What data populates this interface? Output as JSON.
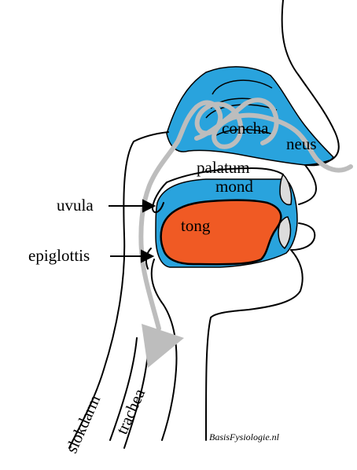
{
  "labels": {
    "concha": "concha",
    "neus": "neus",
    "palatum": "palatum",
    "mond": "mond",
    "tong": "tong",
    "uvula": "uvula",
    "epiglottis": "epiglottis",
    "slokdarm": "slokdarm",
    "trachea": "trachea"
  },
  "credit": "BasisFysiologie.nl",
  "colors": {
    "cavity_blue": "#29a3dd",
    "tongue_orange": "#f05a24",
    "airflow_grey": "#bdbdbd",
    "tooth_grey": "#dcdcdc",
    "outline": "#000000"
  }
}
